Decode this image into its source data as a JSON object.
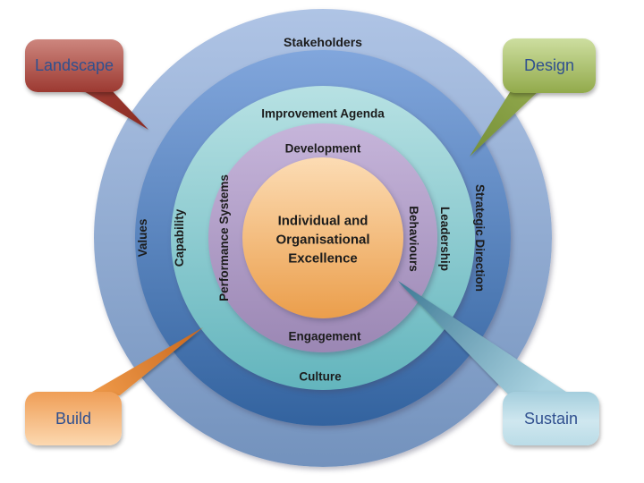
{
  "diagram": {
    "ring_label_color": "#1c1c1c",
    "callout_text_color": "#30508f",
    "background": "#ffffff"
  },
  "rings": {
    "outer": {
      "top_label": "Stakeholders",
      "colors": {
        "top": "#afc4e5",
        "bottom": "#7392bd"
      }
    },
    "second": {
      "left_label": "Values",
      "right_label": "Strategic Direction",
      "colors": {
        "top": "#81a6dc",
        "bottom": "#33639f"
      }
    },
    "third": {
      "top_label": "Improvement Agenda",
      "bottom_label": "Culture",
      "left_label": "Capability",
      "right_label": "Leadership",
      "colors": {
        "top": "#b7e1e3",
        "bottom": "#63b5bd"
      }
    },
    "fourth": {
      "top_label": "Development",
      "bottom_label": "Engagement",
      "left_label": "Performance Systems",
      "right_label": "Behaviours",
      "colors": {
        "top": "#c6b5da",
        "bottom": "#9b87b4"
      }
    },
    "center": {
      "lines": [
        "Individual and",
        "Organisational",
        "Excellence"
      ],
      "colors": {
        "top": "#fcdcb4",
        "bottom": "#eb9e4b"
      }
    }
  },
  "callouts": [
    {
      "id": "landscape",
      "label": "Landscape",
      "colors": {
        "top": "#cd867e",
        "bottom": "#9c3931"
      },
      "tail": {
        "from": "#9e3b32",
        "to": "#892b23"
      }
    },
    {
      "id": "design",
      "label": "Design",
      "colors": {
        "top": "#cddea0",
        "bottom": "#92aa4b"
      },
      "tail": {
        "from": "#8fa649",
        "to": "#75903a"
      }
    },
    {
      "id": "build",
      "label": "Build",
      "colors": {
        "top": "#ef9e56",
        "bottom": "#fcd8b0"
      },
      "tail": {
        "from": "#ed9747",
        "to": "#c8671d"
      }
    },
    {
      "id": "sustain",
      "label": "Sustain",
      "colors": {
        "top": "#a4cedd",
        "mid": "#cfe7ef",
        "bottom": "#badce7"
      },
      "tail": {
        "from": "#3f7b96",
        "to": "#a9d2e0"
      }
    }
  ]
}
